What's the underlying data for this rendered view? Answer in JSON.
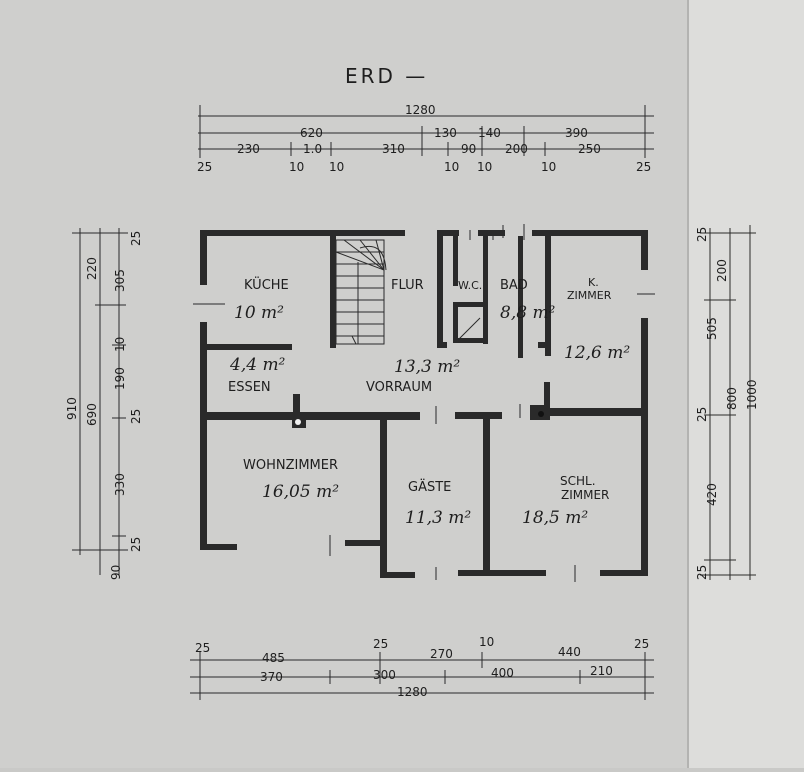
{
  "title": "ERD —",
  "top_dims": {
    "overall": "1280",
    "row2": [
      "620",
      "130",
      "140",
      "390"
    ],
    "row3": [
      "230",
      "1.0",
      "310",
      "90",
      "200",
      "250"
    ],
    "ticks": [
      "25",
      "10",
      "10",
      "10",
      "10",
      "10",
      "25"
    ]
  },
  "bottom_dims": {
    "row1": [
      "25",
      "485",
      "25",
      "270",
      "10",
      "440",
      "25"
    ],
    "row2": [
      "370",
      "300",
      "400",
      "210"
    ],
    "overall": "1280"
  },
  "left_dims": {
    "outer": [
      "910"
    ],
    "mid": [
      "220",
      "690",
      "90"
    ],
    "inner": [
      "25",
      "305",
      "10",
      "190",
      "25",
      "330",
      "25"
    ]
  },
  "right_dims": {
    "inner": [
      "25",
      "200",
      "505",
      "25",
      "420",
      "25"
    ],
    "mid": [
      "800"
    ],
    "outer": [
      "1000"
    ]
  },
  "rooms": {
    "kueche": {
      "name": "KÜCHE",
      "area": "10 m²"
    },
    "flur": {
      "name": "FLUR"
    },
    "wc": {
      "name": "W.C."
    },
    "bad": {
      "name": "BAD",
      "area": "8,8 m²"
    },
    "kzimmer": {
      "name_1": "K.",
      "name_2": "ZIMMER",
      "area": "12,6 m²"
    },
    "essen": {
      "name": "ESSEN",
      "area": "4,4 m²"
    },
    "vorraum": {
      "name": "VORRAUM",
      "area": "13,3 m²"
    },
    "wohnzimmer": {
      "name": "WOHNZIMMER",
      "area": "16,05 m²"
    },
    "gaeste": {
      "name": "GÄSTE",
      "area": "11,3 m²"
    },
    "schlzimmer": {
      "name_1": "SCHL.",
      "name_2": "ZIMMER",
      "area": "18,5 m²"
    }
  }
}
